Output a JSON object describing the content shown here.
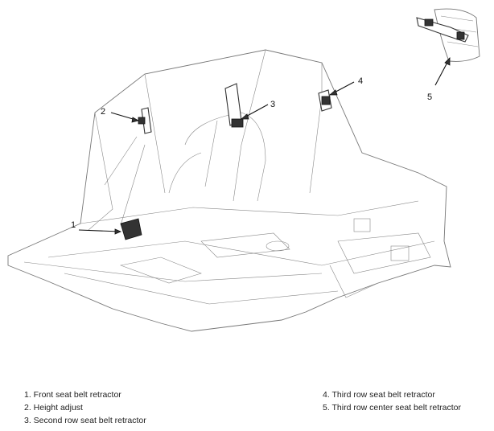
{
  "callouts": [
    "1",
    "2",
    "3",
    "4",
    "5"
  ],
  "legend": {
    "left": [
      "1. Front seat belt retractor",
      "2. Height adjust",
      "3. Second row seat belt retractor"
    ],
    "right": [
      "4. Third row seat belt retractor",
      "5. Third row center seat belt retractor"
    ]
  }
}
